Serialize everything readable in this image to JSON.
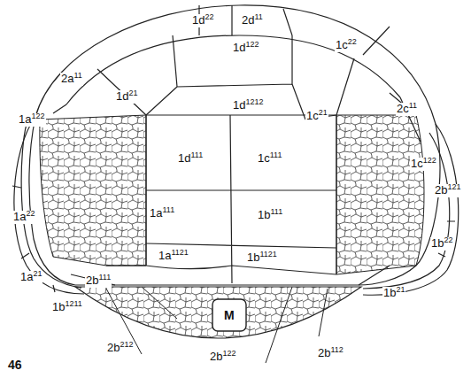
{
  "diagram": {
    "labels": [
      "1d22",
      "2d11",
      "1d122",
      "1c22",
      "2a11",
      "1d21",
      "1d1212",
      "1c21",
      "2c11",
      "1c122",
      "1a122",
      "1d111",
      "1c111",
      "2b121",
      "1a22",
      "1a111",
      "1b111",
      "1b22",
      "1a1121",
      "1b1121",
      "1a21",
      "2b111",
      "1b21",
      "1b1211",
      "M",
      "2b212",
      "2b122",
      "2b112",
      "46"
    ]
  }
}
